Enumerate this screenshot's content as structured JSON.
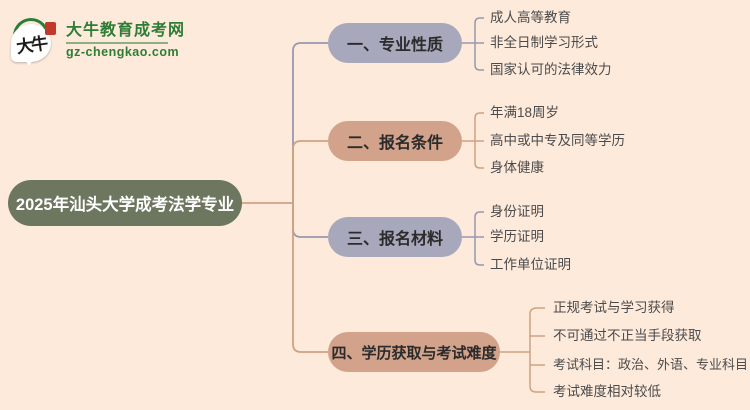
{
  "logo": {
    "title": "大牛教育成考网",
    "url": "gz-chengkao.com",
    "icon_text": "大牛"
  },
  "root": {
    "label": "2025年汕头大学成考法学专业"
  },
  "branches": [
    {
      "label": "一、专业性质",
      "color_name": "purple",
      "leaves": [
        "成人高等教育",
        "非全日制学习形式",
        "国家认可的法律效力"
      ]
    },
    {
      "label": "二、报名条件",
      "color_name": "salmon",
      "leaves": [
        "年满18周岁",
        "高中或中专及同等学历",
        "身体健康"
      ]
    },
    {
      "label": "三、报名材料",
      "color_name": "purple",
      "leaves": [
        "身份证明",
        "学历证明",
        "工作单位证明"
      ]
    },
    {
      "label": "四、学历获取与考试难度",
      "color_name": "salmon",
      "leaves": [
        "正规考试与学习获得",
        "不可通过不正当手段获取",
        "考试科目：政治、外语、专业科目",
        "考试难度相对较低"
      ]
    }
  ],
  "colors": {
    "bg": "#fdeadb",
    "root-fill": "#6d765f",
    "purple-fill": "#a8a8bc",
    "salmon-fill": "#d2a28b",
    "purple-line": "#9898b0",
    "salmon-line": "#cfa183",
    "logo-green": "#2e7d36"
  }
}
